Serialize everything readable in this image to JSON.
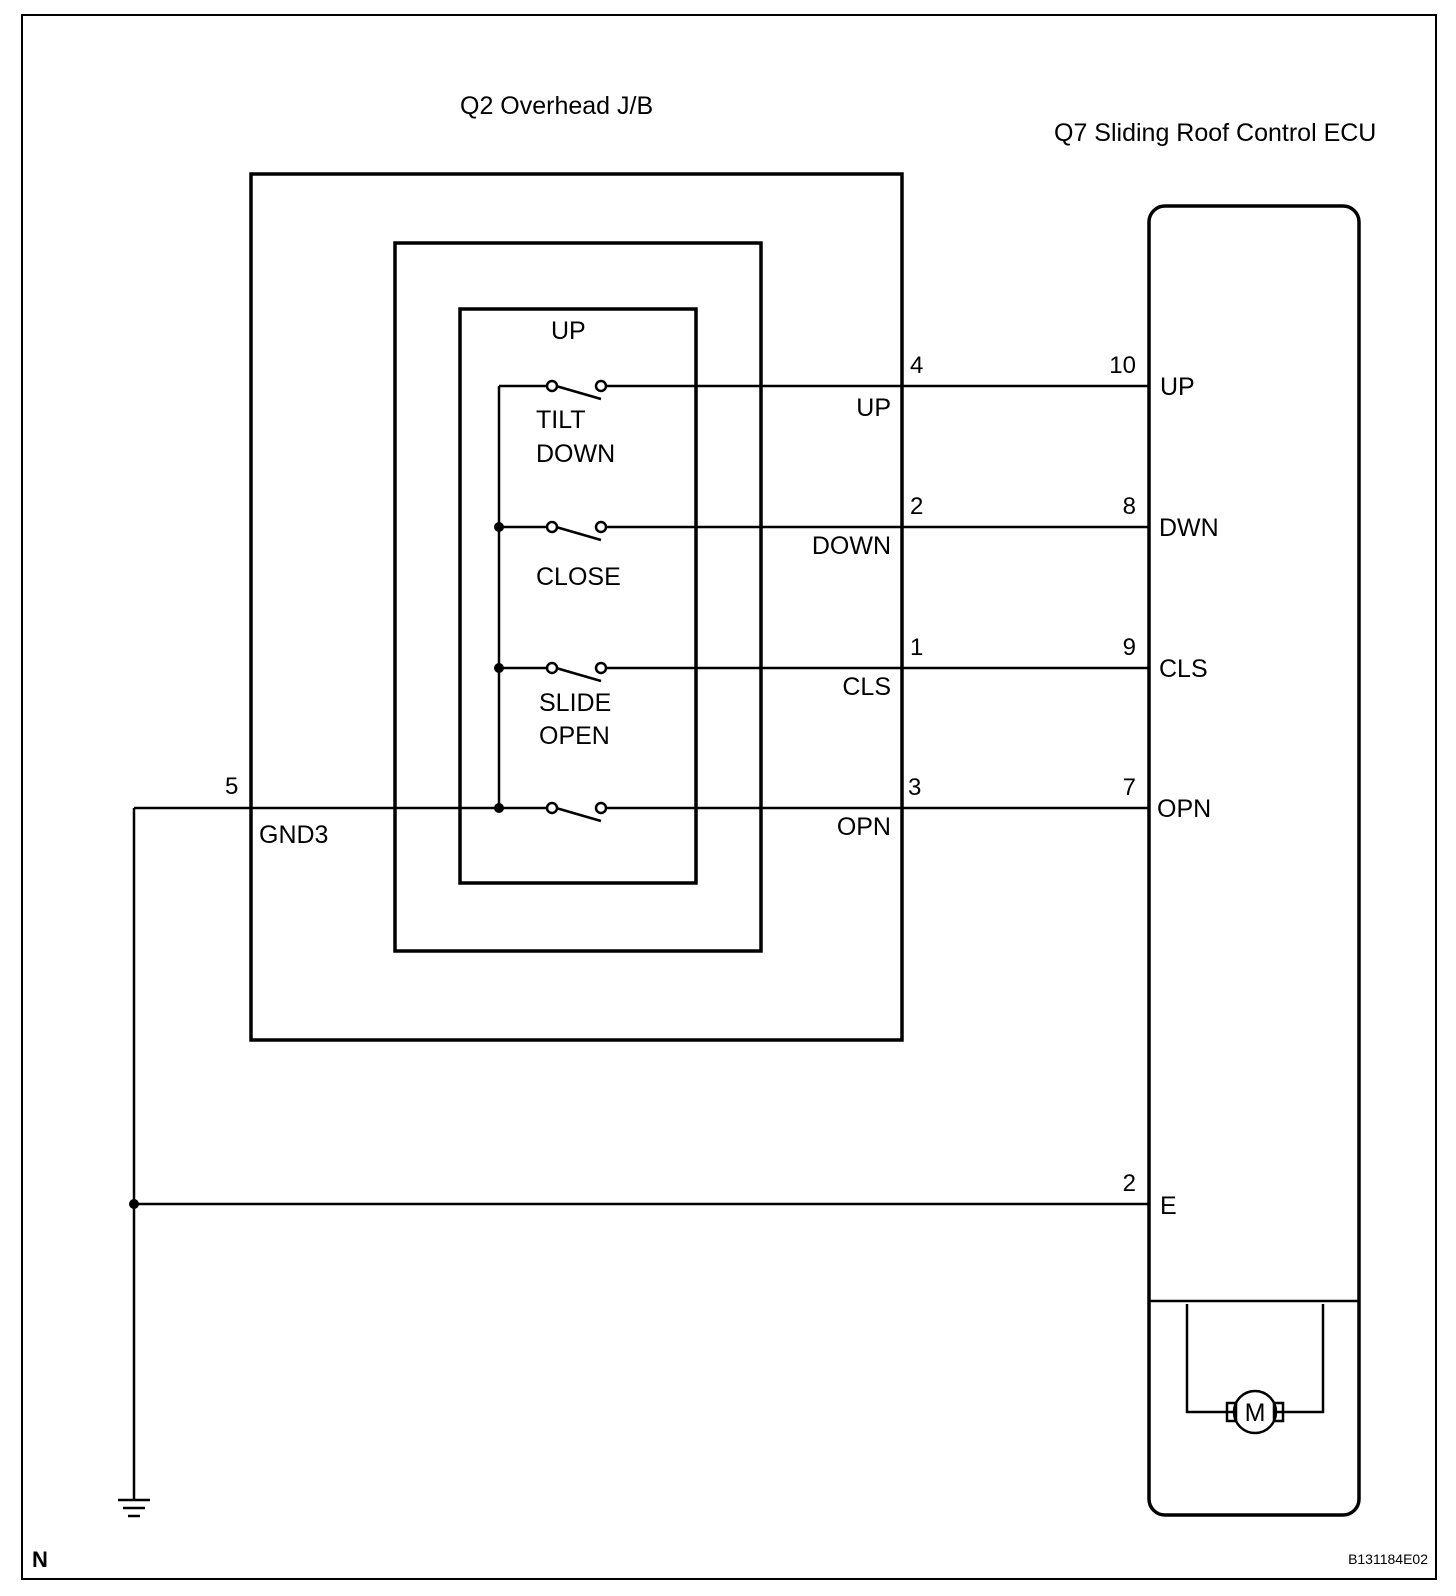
{
  "corner_label": "N",
  "figure_code": "B131184E02",
  "junction_block": {
    "title": "Q2 Overhead J/B",
    "switch_group_label": "UP",
    "switch_labels": {
      "tilt": "TILT",
      "tilt_down": "DOWN",
      "close": "CLOSE",
      "slide": "SLIDE",
      "slide_open": "OPEN"
    },
    "ground_pin": "5",
    "ground_signal": "GND3",
    "pins": [
      {
        "pin": "4",
        "signal": "UP"
      },
      {
        "pin": "2",
        "signal": "DOWN"
      },
      {
        "pin": "1",
        "signal": "CLS"
      },
      {
        "pin": "3",
        "signal": "OPN"
      }
    ]
  },
  "ecu": {
    "title": "Q7 Sliding Roof Control ECU",
    "pins": [
      {
        "pin": "10",
        "signal": "UP"
      },
      {
        "pin": "8",
        "signal": "DWN"
      },
      {
        "pin": "9",
        "signal": "CLS"
      },
      {
        "pin": "7",
        "signal": "OPN"
      },
      {
        "pin": "2",
        "signal": "E"
      }
    ],
    "motor_label": "M"
  }
}
